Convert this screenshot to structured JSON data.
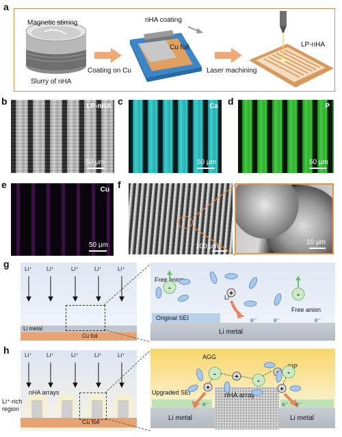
{
  "panel_labels": {
    "a": "a",
    "b": "b",
    "c": "c",
    "d": "d",
    "e": "e",
    "f": "f",
    "g": "g",
    "h": "h"
  },
  "panel_a": {
    "magnetic_stirring": "Magnetic stirring",
    "slurry": "Slurry of nHA",
    "coating_on_cu": "Coating on Cu",
    "nha_coating": "nHA coating",
    "cu_foil": "Cu foil",
    "laser_machining": "Laser machining",
    "lp_nha": "LP-nHA"
  },
  "panel_b": {
    "label": "LP-nHA",
    "scale": "50 μm"
  },
  "panel_c": {
    "label": "Ca",
    "scale": "50 μm"
  },
  "panel_d": {
    "label": "P",
    "scale": "50 μm"
  },
  "panel_e": {
    "label": "Cu",
    "scale": "50 μm"
  },
  "panel_f": {
    "scale_left": "100 μm",
    "scale_right": "10 μm"
  },
  "panel_g": {
    "li_ion": "Li⁺",
    "li_metal": "Li metal",
    "cu_foil": "Cu foil",
    "free_anion_1": "Free anion",
    "free_anion_2": "Free anion",
    "original_sei": "Original SEI",
    "li_metal_right": "Li metal",
    "electron": "e⁻"
  },
  "panel_h": {
    "li_ion": "Li⁺",
    "nha_arrays": "nHA arrays",
    "li_rich_region": "Li⁺-rich region",
    "cu_foil": "Cu foil",
    "agg": "AGG",
    "cip": "CIP",
    "upgraded_sei": "Upgraded SEI",
    "nha_array": "nHA array",
    "li_metal_left": "Li metal",
    "li_metal_right": "Li metal",
    "electron": "e⁻"
  },
  "colors": {
    "arrow_orange": "#f0a878",
    "cu_orange": "#e8a372",
    "ca_cyan": "#2cc6c6",
    "p_green": "#3ec23e",
    "cu_magenta": "#b040c8",
    "frame_orange": "#e8924a"
  }
}
